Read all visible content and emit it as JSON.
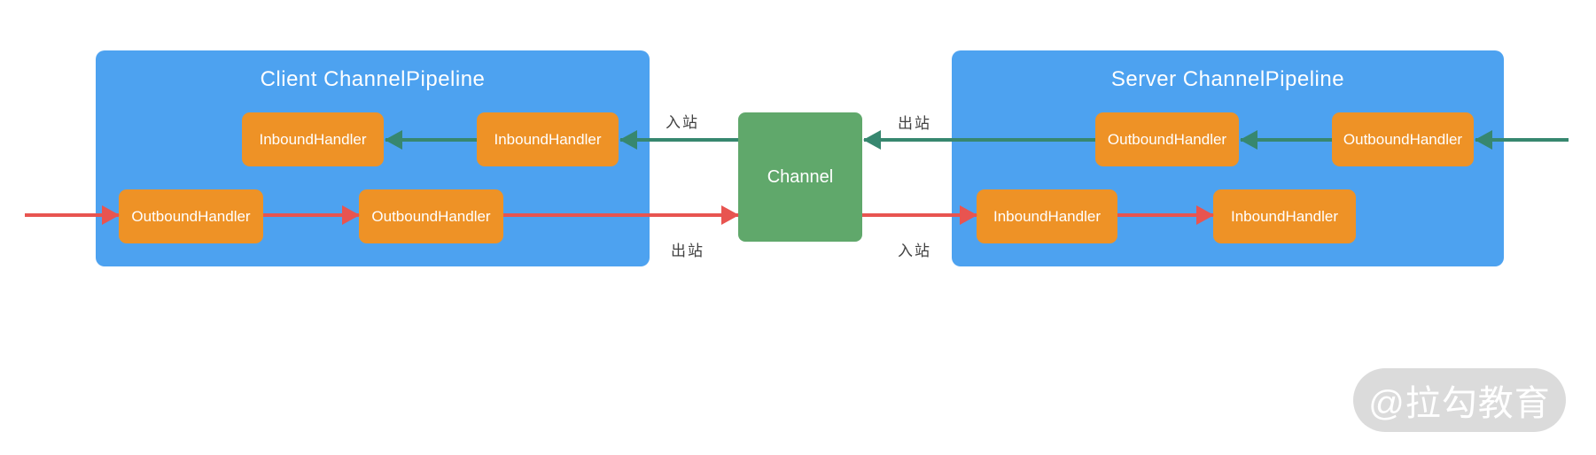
{
  "client_pipeline": {
    "title": "Client ChannelPipeline",
    "inbound_handlers": [
      "InboundHandler",
      "InboundHandler"
    ],
    "outbound_handlers": [
      "OutboundHandler",
      "OutboundHandler"
    ]
  },
  "channel": {
    "label": "Channel"
  },
  "server_pipeline": {
    "title": "Server ChannelPipeline",
    "outbound_handlers": [
      "OutboundHandler",
      "OutboundHandler"
    ],
    "inbound_handlers": [
      "InboundHandler",
      "InboundHandler"
    ]
  },
  "flow_labels": {
    "client_inbound": "入站",
    "client_outbound": "出站",
    "server_outbound": "出站",
    "server_inbound": "入站"
  },
  "watermark": {
    "text": "@拉勾教育"
  },
  "colors": {
    "pipeline_blue": "#4DA2F0",
    "handler_orange": "#EE9226",
    "channel_green": "#60A86B",
    "arrow_green": "#37876F",
    "arrow_red": "#E85450",
    "box_text": "#FFFFFF",
    "label_text": "#424242",
    "watermark_bg": "#DBDBDB",
    "watermark_text": "#FFFFFF"
  }
}
